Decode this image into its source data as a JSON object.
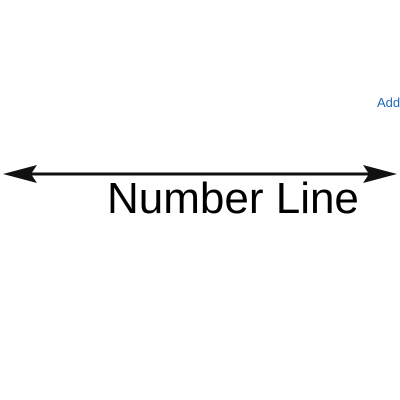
{
  "header": {
    "link_label": "Add"
  },
  "diagram": {
    "title": "Number Line",
    "stroke_color": "#111111",
    "text_color": "#000000",
    "link_color": "#1e6bb8",
    "icon": "double-arrow-line"
  }
}
